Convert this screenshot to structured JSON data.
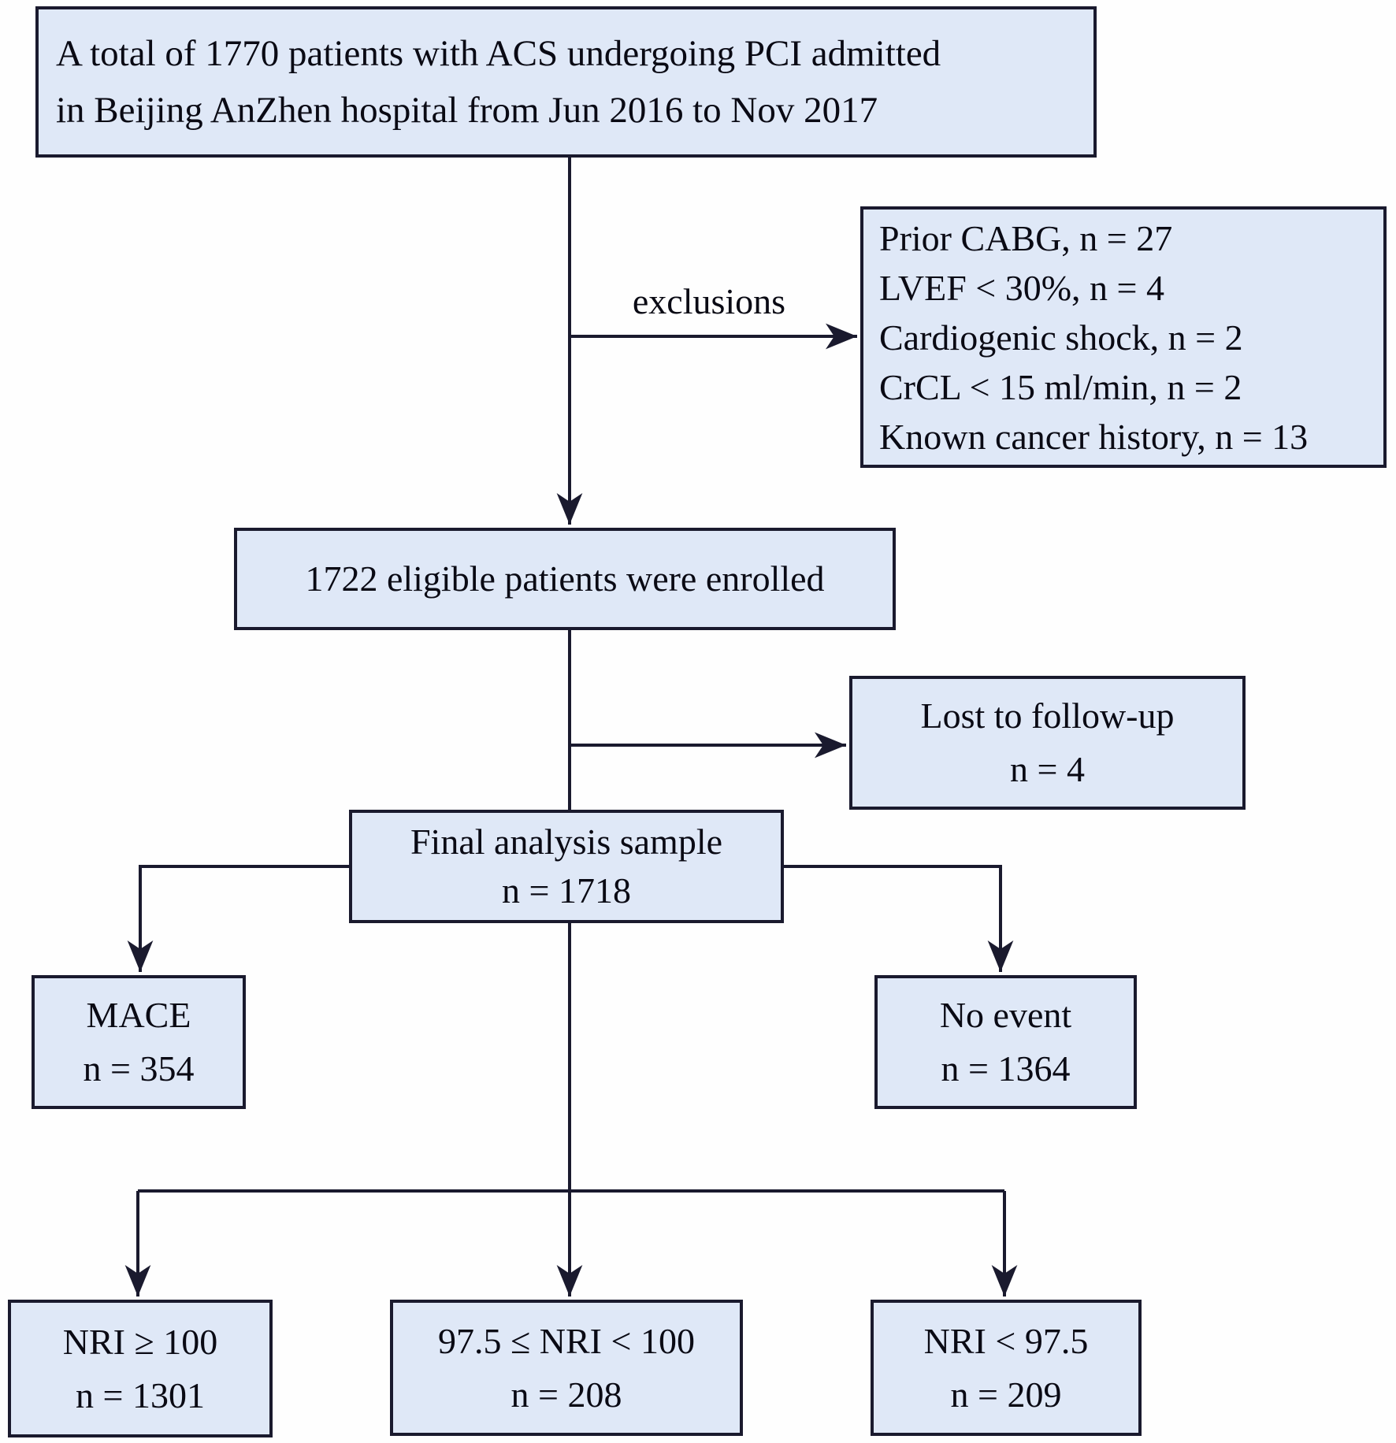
{
  "style": {
    "box-fill": "#dfe8f7",
    "box-border": "#1a1a2e",
    "line-color": "#1a1a2e",
    "text-color": "#0a0a14",
    "bg": "#fefefe"
  },
  "labels": {
    "exclusions_arrow": "exclusions"
  },
  "boxes": {
    "total": {
      "line1": "A total of 1770 patients with ACS undergoing PCI admitted",
      "line2": "in Beijing AnZhen hospital from Jun 2016 to Nov 2017"
    },
    "exclusions": {
      "items": [
        "Prior CABG, n = 27",
        "LVEF < 30%, n = 4",
        "Cardiogenic shock, n = 2",
        "CrCL < 15 ml/min, n = 2",
        "Known cancer history, n = 13"
      ]
    },
    "enrolled": {
      "line1": "1722 eligible patients were enrolled"
    },
    "lost": {
      "line1": "Lost to follow-up",
      "line2": "n = 4"
    },
    "final": {
      "line1": "Final analysis sample",
      "line2": "n = 1718"
    },
    "mace": {
      "line1": "MACE",
      "line2": "n = 354"
    },
    "no_event": {
      "line1": "No event",
      "line2": "n = 1364"
    },
    "nri_high": {
      "line1": "NRI ≥ 100",
      "line2": "n = 1301"
    },
    "nri_mid": {
      "line1": "97.5 ≤ NRI < 100",
      "line2": "n = 208"
    },
    "nri_low": {
      "line1": "NRI < 97.5",
      "line2": "n = 209"
    }
  }
}
